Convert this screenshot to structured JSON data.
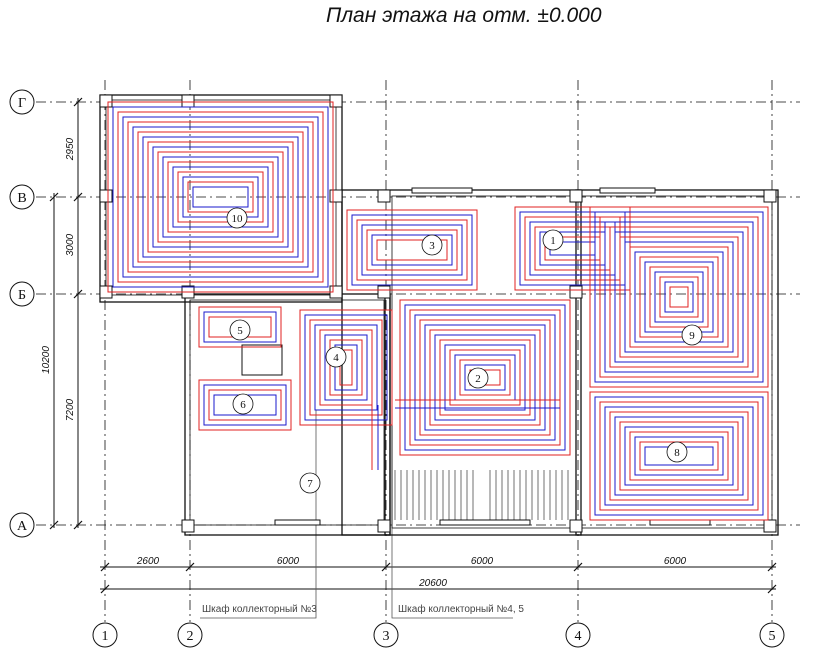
{
  "title": "План этажа на отм. ±0.000",
  "axes": {
    "rows": [
      "Г",
      "В",
      "Б",
      "А"
    ],
    "columns": [
      "1",
      "2",
      "3",
      "4",
      "5"
    ]
  },
  "dimensions": {
    "vertical": [
      "2950",
      "3000",
      "10200",
      "7200"
    ],
    "horizontal": [
      "2600",
      "6000",
      "6000",
      "6000"
    ],
    "total": "20600"
  },
  "notes": [
    "Шкаф коллекторный №3",
    "Шкаф коллекторный №4, 5"
  ],
  "rooms": [
    "1",
    "2",
    "3",
    "4",
    "5",
    "6",
    "7",
    "8",
    "9",
    "10"
  ],
  "colors": {
    "supply": "#e02020",
    "return": "#1a1acc",
    "lines": "#111111"
  }
}
